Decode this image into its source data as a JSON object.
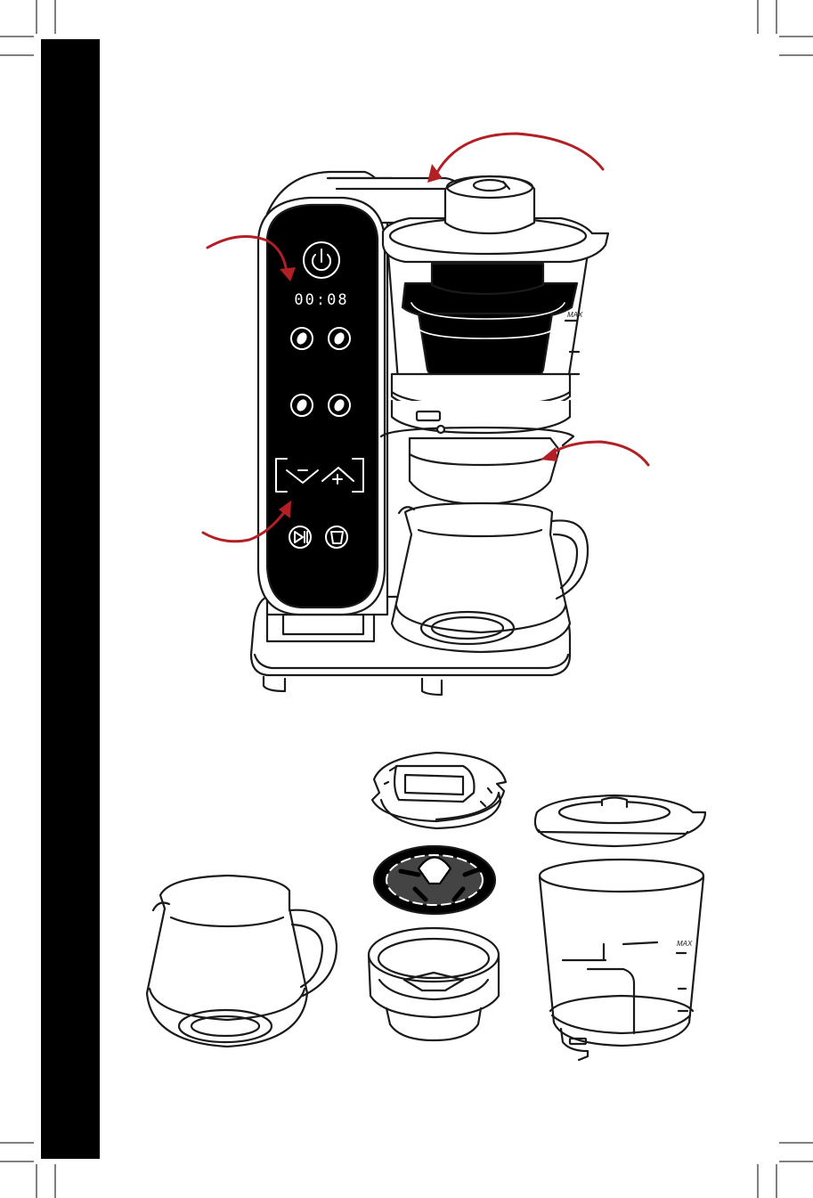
{
  "display": {
    "timer": "00:08",
    "max_label_top": "MAX",
    "max_label_bottom": "MAX"
  },
  "colors": {
    "arrow": "#b21f24",
    "ink": "#1a1a1a",
    "panel": "#000000"
  },
  "icons": [
    "power-icon",
    "bean-icon",
    "minus-icon",
    "plus-icon",
    "play-pause-icon",
    "cup-icon"
  ]
}
